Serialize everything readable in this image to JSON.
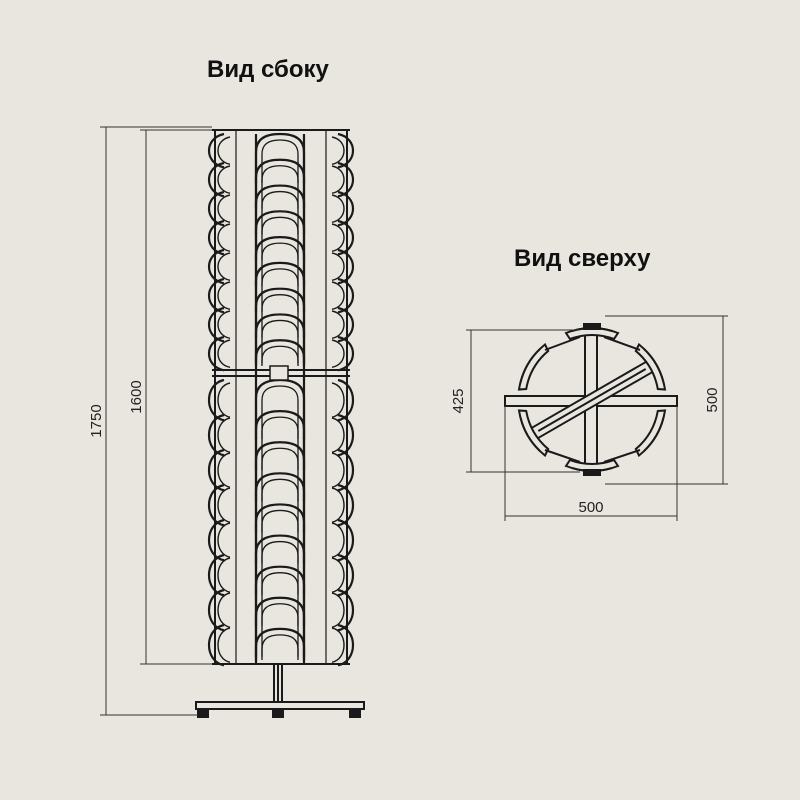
{
  "titles": {
    "side_view": "Вид сбоку",
    "top_view": "Вид сверху"
  },
  "dimensions": {
    "side_total_height": "1750",
    "side_rack_height": "1600",
    "top_depth": "425",
    "top_height": "500",
    "top_width": "500"
  },
  "colors": {
    "background": "#e8e6df",
    "line": "#1a1a1a",
    "dimension_line": "#333333"
  }
}
